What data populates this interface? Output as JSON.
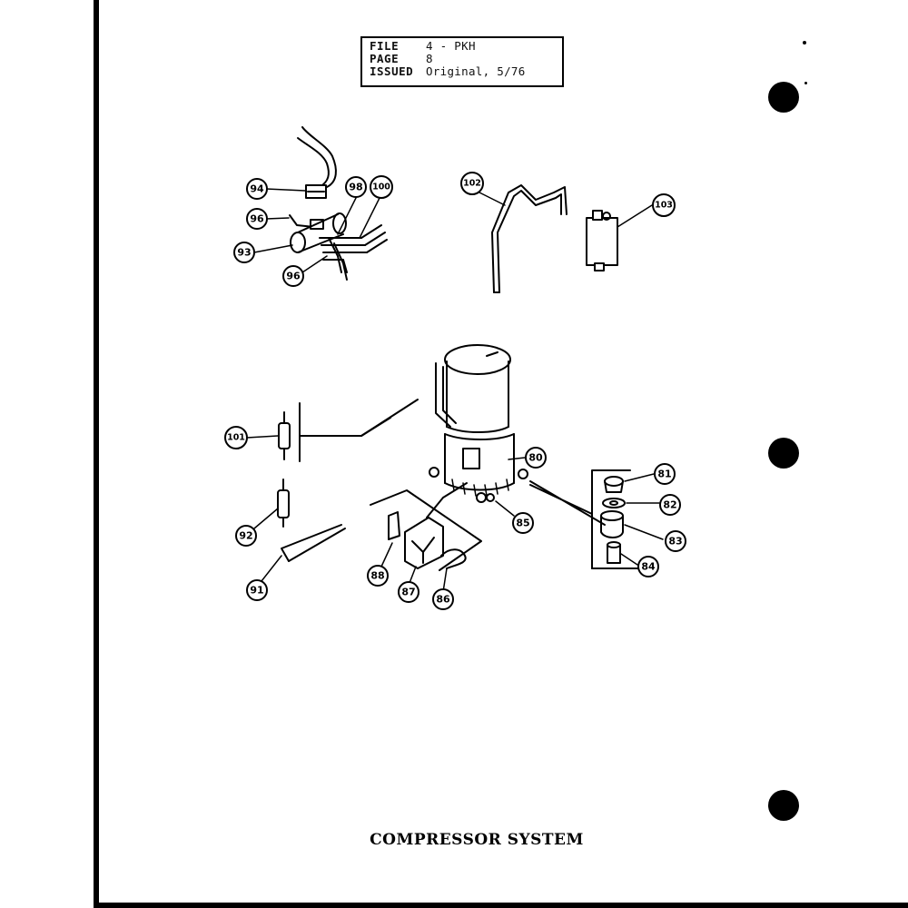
{
  "header": {
    "file_label": "FILE",
    "file_value": "4 - PKH",
    "page_label": "PAGE",
    "page_value": "8",
    "issued_label": "ISSUED",
    "issued_value": "Original, 5/76"
  },
  "callouts": {
    "c80": "80",
    "c81": "81",
    "c82": "82",
    "c83": "83",
    "c84": "84",
    "c85": "85",
    "c86": "86",
    "c87": "87",
    "c88": "88",
    "c91": "91",
    "c92": "92",
    "c93": "93",
    "c94": "94",
    "c96a": "96",
    "c96b": "96",
    "c98": "98",
    "c100": "100",
    "c101": "101",
    "c102": "102",
    "c103": "103"
  },
  "title": "COMPRESSOR SYSTEM"
}
